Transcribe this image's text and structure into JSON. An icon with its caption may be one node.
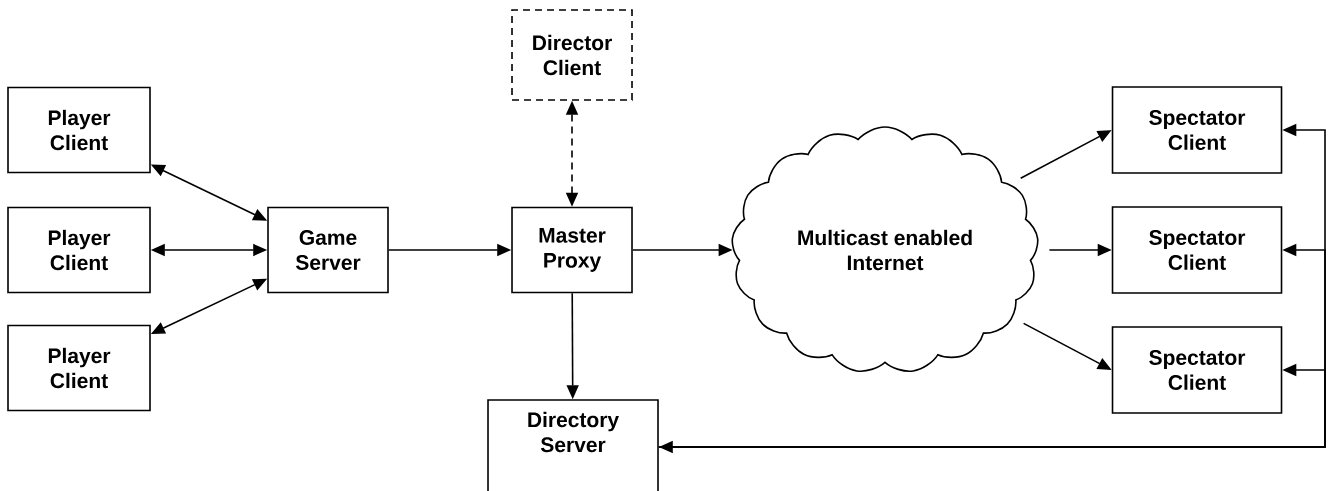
{
  "diagram": {
    "nodes": [
      {
        "text": [
          "Player Client"
        ]
      },
      {
        "text": [
          "Player Client"
        ]
      },
      {
        "text": [
          "Player Client"
        ]
      },
      {
        "text": [
          "Game Server"
        ]
      },
      {
        "text": [
          "Director Client"
        ]
      },
      {
        "text": [
          "Master Proxy"
        ]
      },
      {
        "text": [
          "Multicast enabled Internet"
        ]
      },
      {
        "text": [
          "Spectator Client"
        ]
      },
      {
        "text": [
          "Spectator Client"
        ]
      },
      {
        "text": [
          "Spectator Client"
        ]
      },
      {
        "text": [
          "Directory Server"
        ]
      }
    ],
    "edges": [
      {
        "from": 0,
        "to": 3,
        "arrow": "both"
      },
      {
        "from": 1,
        "to": 3,
        "arrow": "both"
      },
      {
        "from": 2,
        "to": 3,
        "arrow": "both"
      },
      {
        "from": 3,
        "to": 5,
        "arrow": "to"
      },
      {
        "from": 4,
        "to": 5,
        "arrow": "both",
        "style": "dashed"
      },
      {
        "from": 5,
        "to": 6,
        "arrow": "to"
      },
      {
        "from": 6,
        "to": 7,
        "arrow": "to"
      },
      {
        "from": 6,
        "to": 8,
        "arrow": "to"
      },
      {
        "from": 6,
        "to": 9,
        "arrow": "to"
      },
      {
        "from": 5,
        "to": 10,
        "arrow": "to"
      },
      {
        "from": 10,
        "to": 7,
        "arrow": "both"
      },
      {
        "from": 10,
        "to": 8,
        "arrow": "to"
      },
      {
        "from": 10,
        "to": 9,
        "arrow": "to"
      }
    ]
  }
}
